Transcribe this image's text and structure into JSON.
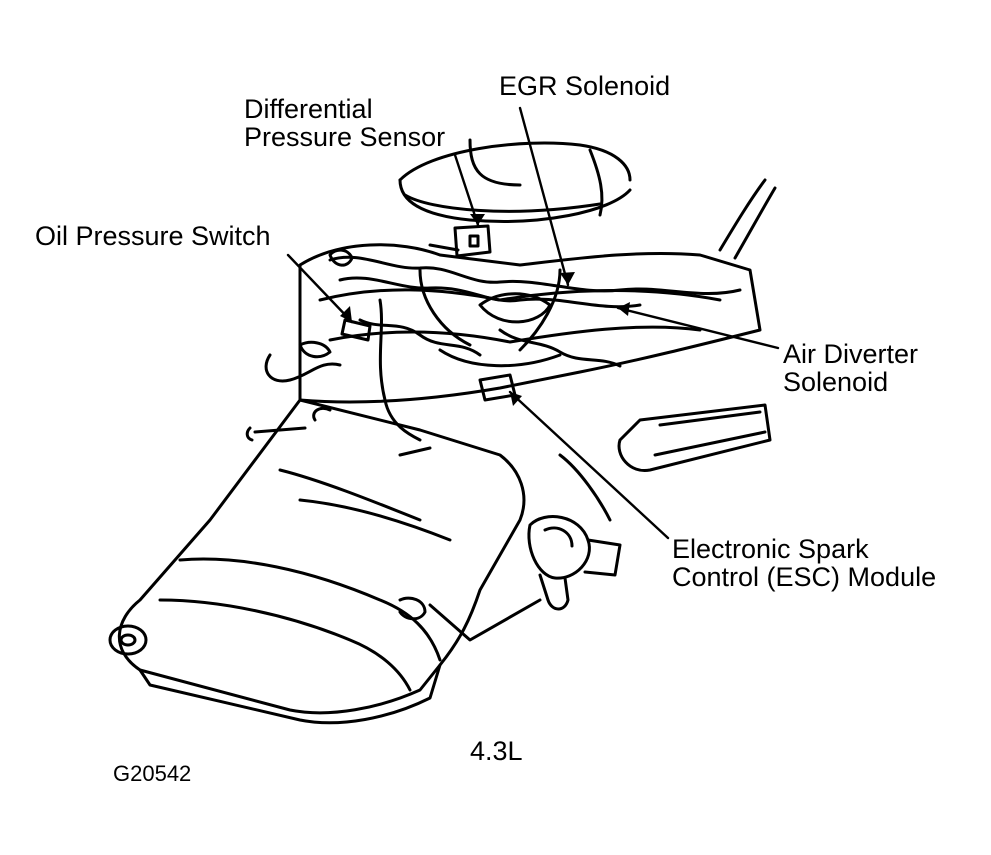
{
  "colors": {
    "ink": "#000000",
    "paper": "#ffffff"
  },
  "labels": {
    "differential_pressure_sensor": [
      "Differential",
      "Pressure Sensor"
    ],
    "egr_solenoid": [
      "EGR Solenoid"
    ],
    "oil_pressure_switch": [
      "Oil Pressure Switch"
    ],
    "air_diverter_solenoid": [
      "Air Diverter",
      "Solenoid"
    ],
    "esc_module": [
      "Electronic Spark",
      "Control (ESC) Module"
    ]
  },
  "engine_label": "4.3L",
  "figure_id": "G20542"
}
